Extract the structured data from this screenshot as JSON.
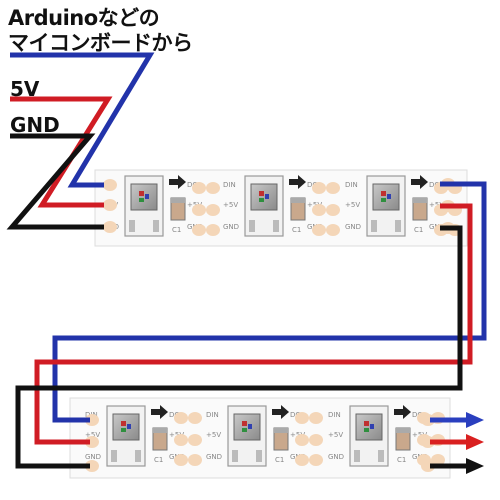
{
  "labels": {
    "title_line1": "Arduinoなどの",
    "title_line2": "マイコンボードから",
    "power": "5V",
    "ground": "GND"
  },
  "pads": {
    "din": "DIN",
    "do": "DO",
    "plus5v": "+5V",
    "gnd": "GND",
    "cap": "C1"
  },
  "colors": {
    "data_wire": "#2233aa",
    "power_wire": "#d01c24",
    "ground_wire": "#111111",
    "arrow_data": "#2a3fbf",
    "arrow_power": "#d92020",
    "arrow_ground": "#111111",
    "pad": "#f4d6b8",
    "strip_edge": "#d8d8d8"
  }
}
